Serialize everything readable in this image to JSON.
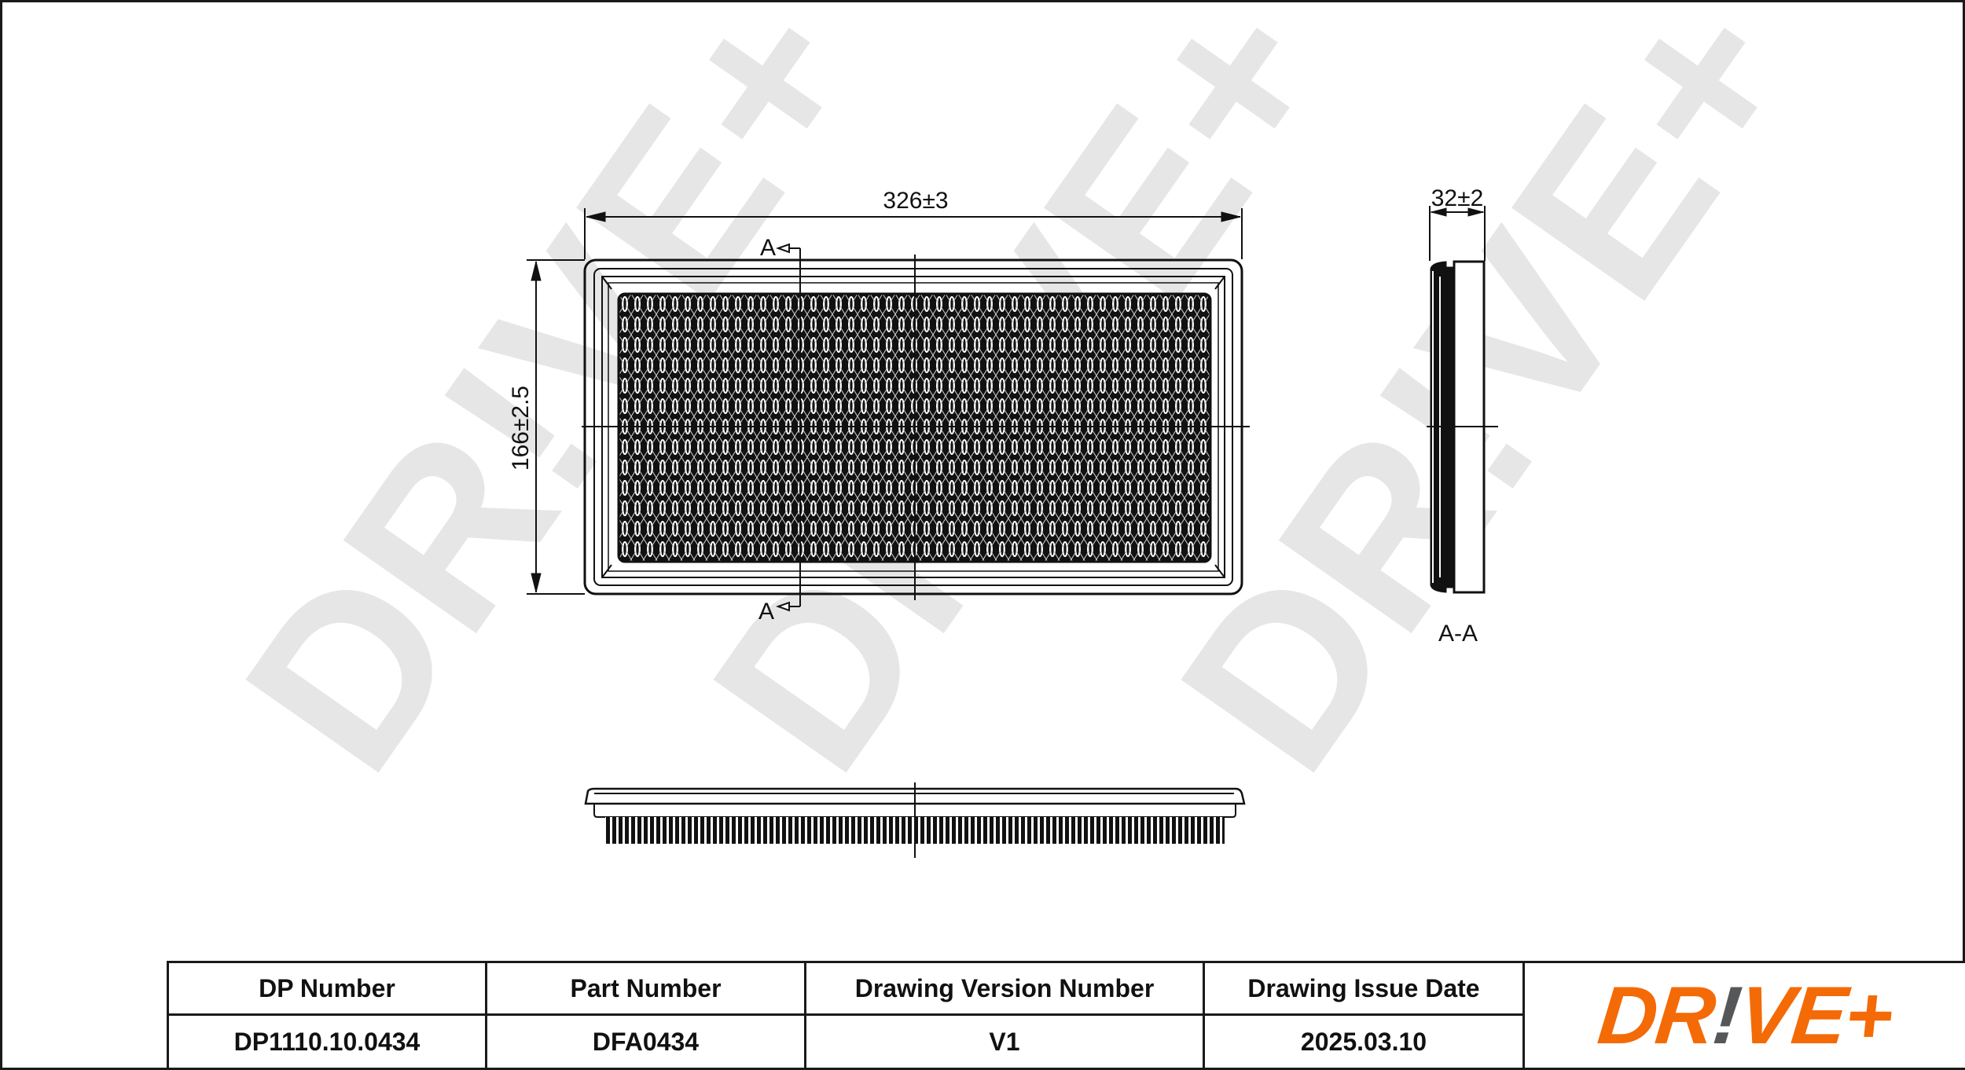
{
  "drawing": {
    "watermark_text": "DR!VE+",
    "watermark_color": "#e6e6e6",
    "front_view": {
      "width_dimension": "326±3",
      "height_dimension": "166±2.5",
      "section_marker_top": "A",
      "section_marker_bottom": "A"
    },
    "side_view": {
      "depth_dimension": "32±2",
      "section_label": "A-A"
    }
  },
  "title_block": {
    "headers": [
      "DP Number",
      "Part Number",
      "Drawing Version Number",
      "Drawing Issue Date"
    ],
    "values": [
      "DP1110.10.0434",
      "DFA0434",
      "V1",
      "2025.03.10"
    ],
    "logo": {
      "part1": "DR",
      "part2": "!",
      "part3": "VE+",
      "brand_color": "#f46a06",
      "accent_color": "#555759"
    }
  }
}
